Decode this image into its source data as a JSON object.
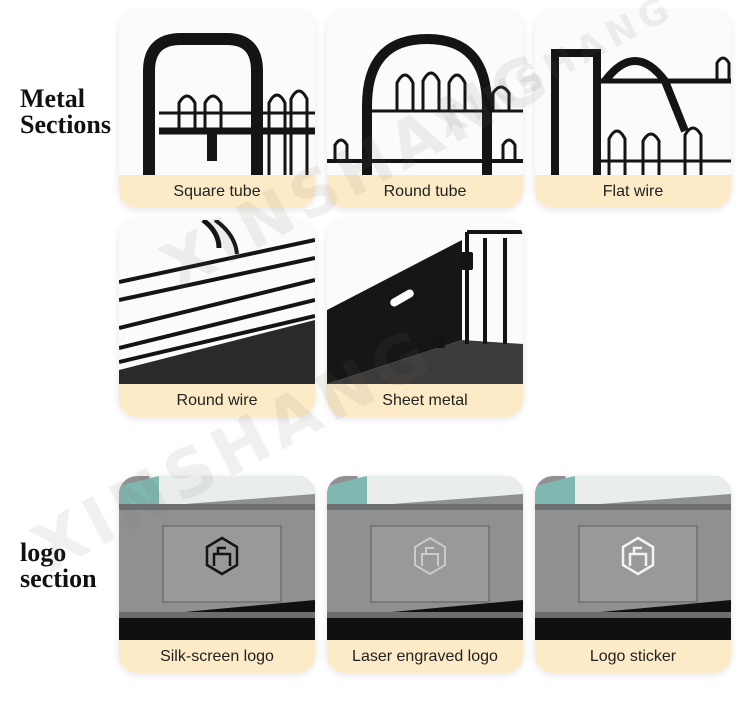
{
  "watermark": "XINSHANG",
  "sections": {
    "metal_title": "Metal Sections",
    "logo_title": "logo section"
  },
  "metal_cards": [
    {
      "caption": "Square tube"
    },
    {
      "caption": "Round tube"
    },
    {
      "caption": "Flat wire"
    },
    {
      "caption": "Round wire"
    },
    {
      "caption": "Sheet metal"
    }
  ],
  "logo_cards": [
    {
      "caption": "Silk-screen logo"
    },
    {
      "caption": "Laser engraved logo"
    },
    {
      "caption": "Logo sticker"
    }
  ],
  "colors": {
    "caption_bar": "#fdebc8",
    "rack_black": "#141414",
    "metal_gray": "#8a8c8e"
  }
}
